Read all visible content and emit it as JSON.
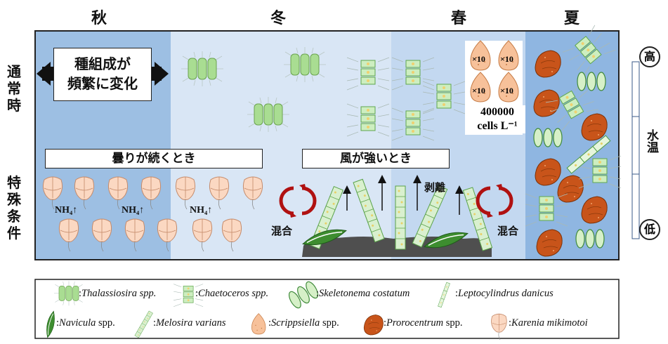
{
  "seasons": {
    "autumn": "秋",
    "winter": "冬",
    "spring": "春",
    "summer": "夏"
  },
  "rows": {
    "normal": "通常時",
    "special": "特殊条件"
  },
  "species_box": "種組成が\n頻繁に変化",
  "cloudy_label": "曇りが続くとき",
  "windy_label": "風が強いとき",
  "nh4_label": "NH₄↑",
  "mixing_label": "混合",
  "detach_label": "剥離",
  "multiplier": "×10",
  "cell_count": "400000",
  "cell_unit": "cells L⁻¹",
  "temp_axis": {
    "label": "水温",
    "high": "高",
    "low": "低"
  },
  "legend": [
    {
      "name": "Thalassiosira spp.",
      "italic": "Thalassiosira spp.",
      "plain": ""
    },
    {
      "name": "Chaetoceros spp.",
      "italic": "Chaetoceros spp.",
      "plain": ""
    },
    {
      "name": "Skeletonema costatum",
      "italic": "Skeletonema costatum",
      "plain": ""
    },
    {
      "name": "Leptocylindrus danicus",
      "italic": "Leptocylindrus danicus",
      "plain": ""
    },
    {
      "name": "Navicula spp.",
      "italic": "Navicula",
      "plain": " spp."
    },
    {
      "name": "Melosira varians",
      "italic": "Melosira varians",
      "plain": ""
    },
    {
      "name": "Scrippsiella spp.",
      "italic": "Scrippsiella",
      "plain": " spp."
    },
    {
      "name": "Prorocentrum spp.",
      "italic": "Prorocentrum",
      "plain": " spp."
    },
    {
      "name": "Karenia mikimotoi",
      "italic": "Karenia mikimotoi",
      "plain": ""
    }
  ],
  "colors": {
    "autumn": "#9dbfe3",
    "winter": "#d9e6f5",
    "spring": "#c3d8f0",
    "summer": "#8fb6e1",
    "border": "#222222"
  }
}
